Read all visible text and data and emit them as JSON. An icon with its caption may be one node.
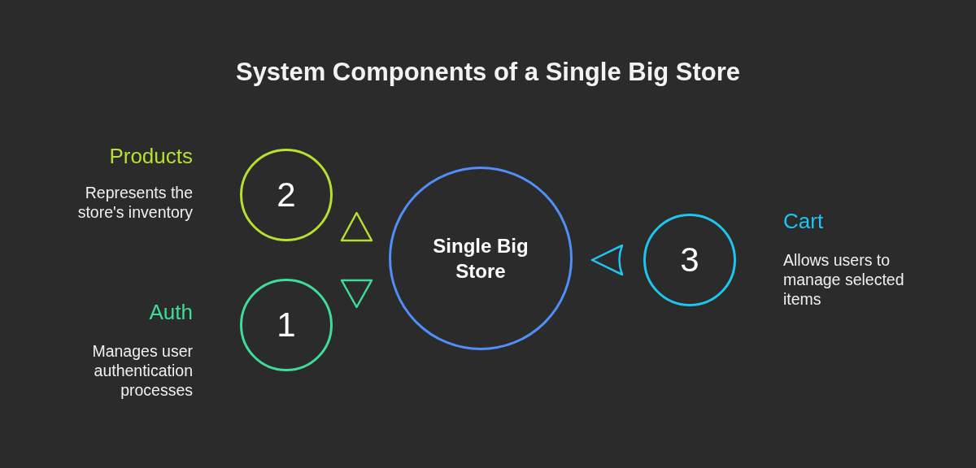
{
  "diagram": {
    "title": "System Components of a Single Big Store",
    "nodes": [
      {
        "text": [
          "2"
        ],
        "beside": [
          "Products",
          "Represents the store's inventory"
        ]
      },
      {
        "text": [
          "1"
        ],
        "beside": [
          "Auth",
          "Manages user authentication processes"
        ]
      },
      {
        "text": [],
        "shape": "triangle"
      },
      {
        "text": [],
        "shape": "triangle"
      },
      {
        "text": [
          "Single Big Store"
        ]
      },
      {
        "text": [],
        "shape": "triangle"
      },
      {
        "text": [
          "3"
        ],
        "beside": [
          "Cart",
          "Allows users to manage selected items"
        ]
      }
    ]
  }
}
